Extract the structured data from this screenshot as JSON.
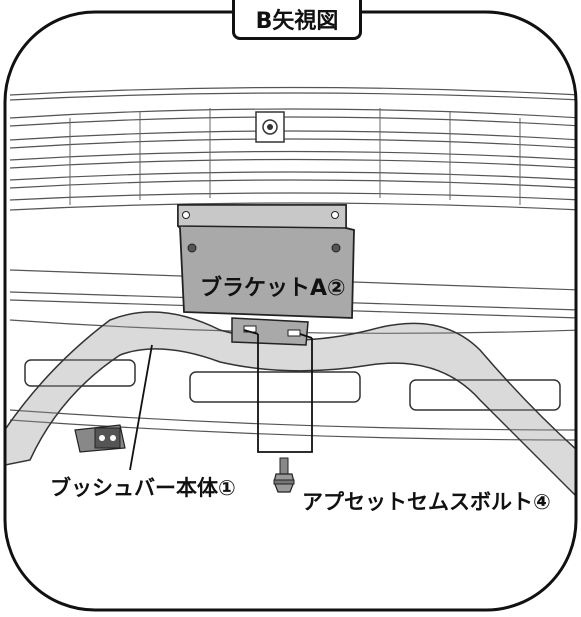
{
  "view_title": "B矢視図",
  "labels": {
    "bracket": "ブラケットA②",
    "bush_bar_body": "ブッシュバー本体①",
    "bolt": "アプセットセムスボルト④"
  }
}
